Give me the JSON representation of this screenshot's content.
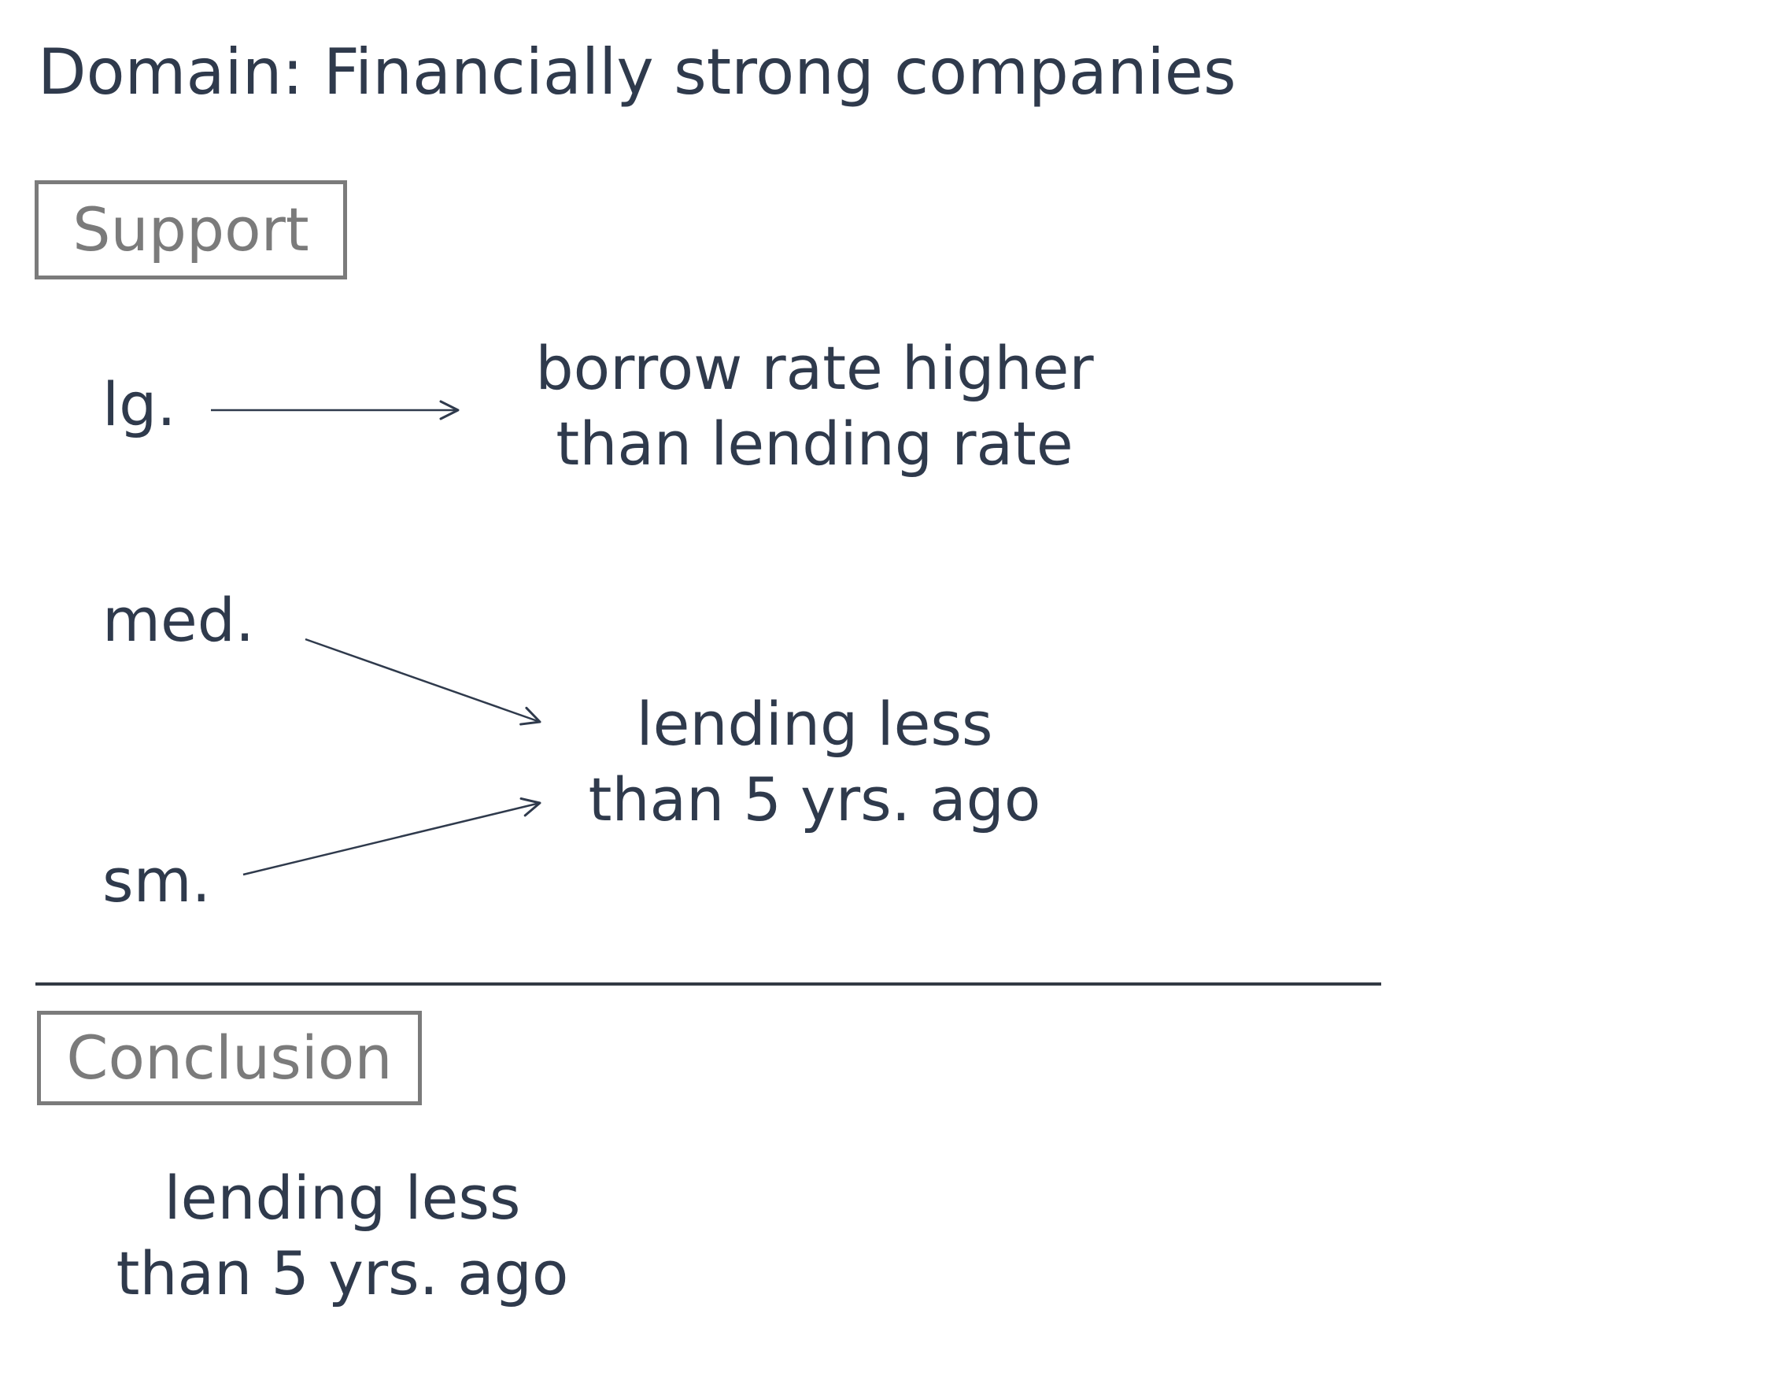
{
  "title": "Domain: Financially strong companies",
  "support_label": "Support",
  "conclusion_label": "Conclusion",
  "support": {
    "sources": {
      "large": "lg.",
      "medium": "med.",
      "small": "sm."
    },
    "target_top": {
      "line1": "borrow rate higher",
      "line2": "than lending rate"
    },
    "target_middle": {
      "line1": "lending less",
      "line2": "than 5 yrs. ago"
    }
  },
  "conclusion": {
    "line1": "lending less",
    "line2": "than 5 yrs. ago"
  },
  "colors": {
    "text": "#2f3a4c",
    "box_border": "#7b7b7b",
    "rule": "#333a44"
  }
}
